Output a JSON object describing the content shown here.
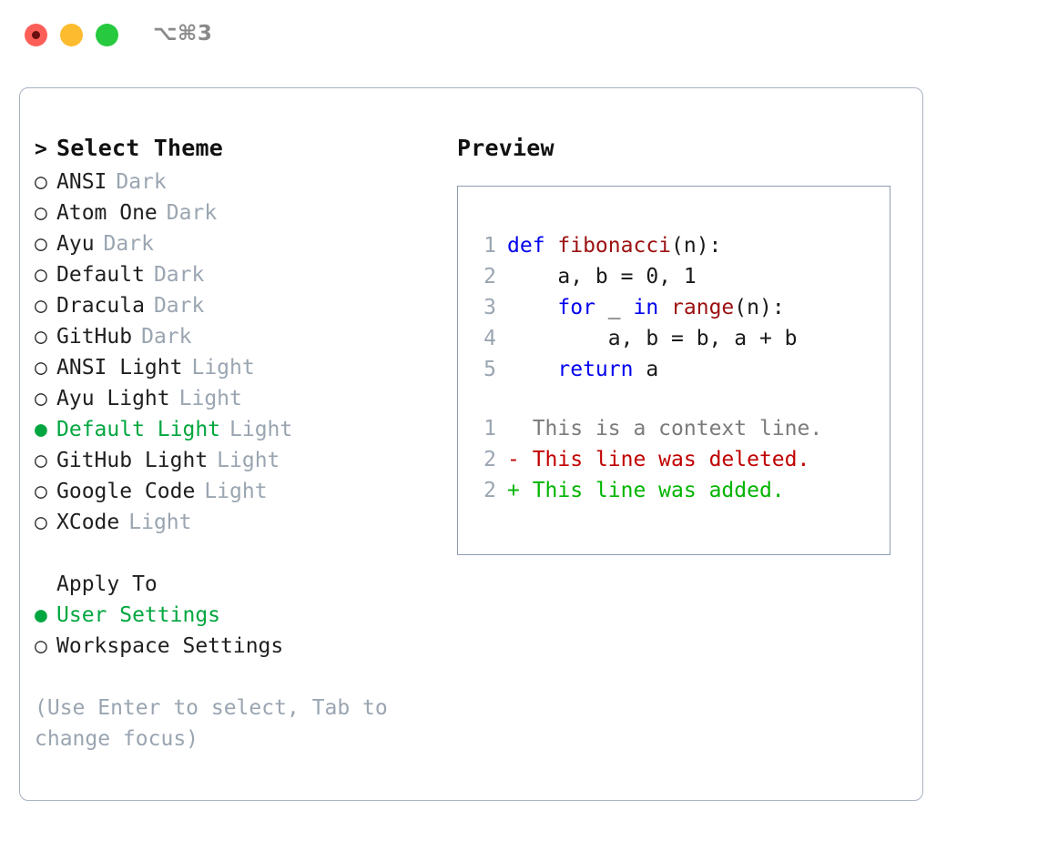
{
  "window": {
    "shortcut": "⌥⌘3",
    "traffic_lights": [
      {
        "name": "close",
        "color": "#fc5f58"
      },
      {
        "name": "minimize",
        "color": "#fdbc2f"
      },
      {
        "name": "maximize",
        "color": "#27c93f"
      }
    ]
  },
  "theme_selector": {
    "prompt_marker": ">",
    "title": "Select Theme",
    "bullet_selected": "●",
    "bullet_unselected": "○",
    "accent_color": "#00a63f",
    "tag_color": "#9aa5b1",
    "items": [
      {
        "label": "ANSI",
        "tag": "Dark",
        "selected": false
      },
      {
        "label": "Atom One",
        "tag": "Dark",
        "selected": false
      },
      {
        "label": "Ayu",
        "tag": "Dark",
        "selected": false
      },
      {
        "label": "Default",
        "tag": "Dark",
        "selected": false
      },
      {
        "label": "Dracula",
        "tag": "Dark",
        "selected": false
      },
      {
        "label": "GitHub",
        "tag": "Dark",
        "selected": false
      },
      {
        "label": "ANSI Light",
        "tag": "Light",
        "selected": false
      },
      {
        "label": "Ayu Light",
        "tag": "Light",
        "selected": false
      },
      {
        "label": "Default Light",
        "tag": "Light",
        "selected": true
      },
      {
        "label": "GitHub Light",
        "tag": "Light",
        "selected": false
      },
      {
        "label": "Google Code",
        "tag": "Light",
        "selected": false
      },
      {
        "label": "XCode",
        "tag": "Light",
        "selected": false
      }
    ]
  },
  "apply_to": {
    "title": "Apply To",
    "items": [
      {
        "label": "User Settings",
        "selected": true
      },
      {
        "label": "Workspace Settings",
        "selected": false
      }
    ]
  },
  "hint": "(Use Enter to select, Tab to change focus)",
  "preview": {
    "title": "Preview",
    "code_lines": [
      {
        "number": "1",
        "tokens": [
          {
            "text": "def ",
            "type": "keyword"
          },
          {
            "text": "fibonacci",
            "type": "function"
          },
          {
            "text": "(n):",
            "type": "plain"
          }
        ]
      },
      {
        "number": "2",
        "tokens": [
          {
            "text": "    a, b = 0, 1",
            "type": "plain"
          }
        ]
      },
      {
        "number": "3",
        "tokens": [
          {
            "text": "    ",
            "type": "plain"
          },
          {
            "text": "for",
            "type": "keyword"
          },
          {
            "text": " _ ",
            "type": "plain"
          },
          {
            "text": "in",
            "type": "keyword"
          },
          {
            "text": " ",
            "type": "plain"
          },
          {
            "text": "range",
            "type": "function"
          },
          {
            "text": "(n):",
            "type": "plain"
          }
        ]
      },
      {
        "number": "4",
        "tokens": [
          {
            "text": "        a, b = b, a + b",
            "type": "plain"
          }
        ]
      },
      {
        "number": "5",
        "tokens": [
          {
            "text": "    ",
            "type": "plain"
          },
          {
            "text": "return",
            "type": "keyword"
          },
          {
            "text": " a",
            "type": "plain"
          }
        ]
      }
    ],
    "diff_lines": [
      {
        "number": "1",
        "marker": " ",
        "text": "This is a context line.",
        "kind": "context"
      },
      {
        "number": "2",
        "marker": "-",
        "text": "This line was deleted.",
        "kind": "deleted"
      },
      {
        "number": "2",
        "marker": "+",
        "text": "This line was added.",
        "kind": "added"
      }
    ],
    "colors": {
      "keyword": "#0000ee",
      "function": "#9c1010",
      "plain": "#1a1a1a",
      "line_number": "#9aa5b1",
      "context": "#7b7b7b",
      "deleted": "#c10000",
      "added": "#00b400"
    }
  }
}
